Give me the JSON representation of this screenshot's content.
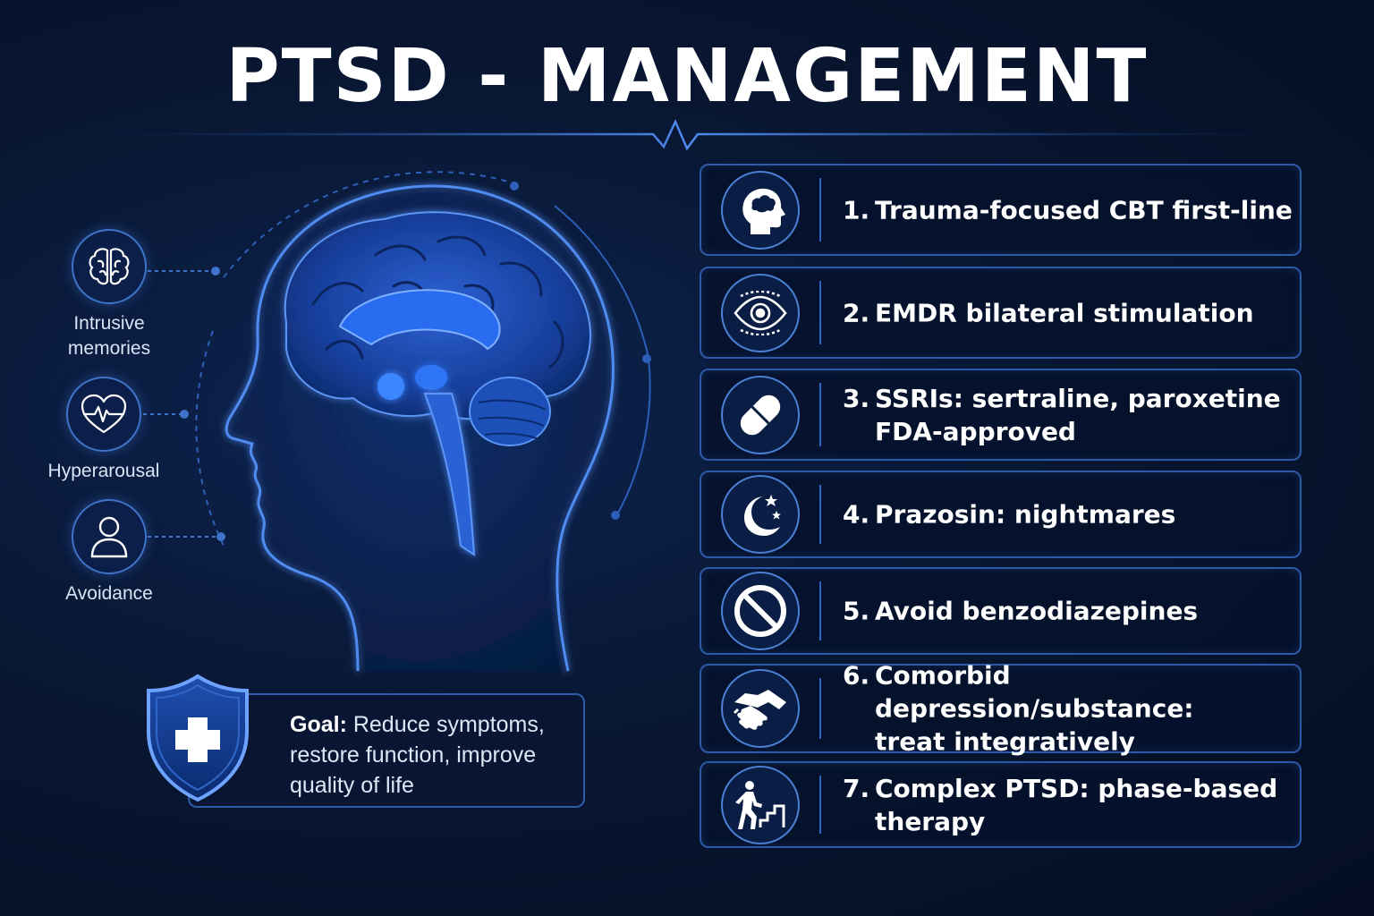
{
  "title": "PTSD - MANAGEMENT",
  "colors": {
    "accent": "#3f73c9",
    "background": "#081733",
    "border": "#2d5aa8"
  },
  "symptoms": [
    {
      "icon": "brain-icon",
      "label_lines": [
        "Intrusive",
        "memories"
      ]
    },
    {
      "icon": "heart-pulse-icon",
      "label_lines": [
        "Hyperarousal"
      ]
    },
    {
      "icon": "person-icon",
      "label_lines": [
        "Avoidance"
      ]
    }
  ],
  "goal": {
    "icon": "shield-cross-icon",
    "strong": "Goal:",
    "text": " Reduce symptoms, restore function, improve quality of life"
  },
  "items": [
    {
      "number": "1.",
      "icon": "head-cloud-icon",
      "lines": [
        "Trauma-focused CBT first-line"
      ]
    },
    {
      "number": "2.",
      "icon": "eye-icon",
      "lines": [
        "EMDR bilateral stimulation"
      ]
    },
    {
      "number": "3.",
      "icon": "pill-icon",
      "lines": [
        "SSRIs: sertraline, paroxetine",
        "FDA-approved"
      ]
    },
    {
      "number": "4.",
      "icon": "moon-stars-icon",
      "lines": [
        "Prazosin: nightmares"
      ]
    },
    {
      "number": "5.",
      "icon": "prohibited-icon",
      "lines": [
        "Avoid benzodiazepines"
      ]
    },
    {
      "number": "6.",
      "icon": "handshake-icon",
      "lines": [
        "Comorbid depression/substance:",
        "treat integratively"
      ]
    },
    {
      "number": "7.",
      "icon": "stairs-climb-icon",
      "lines": [
        "Complex PTSD: phase-based therapy"
      ]
    }
  ]
}
